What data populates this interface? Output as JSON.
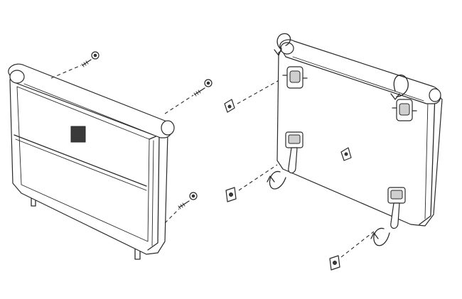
{
  "figure": {
    "kind": "exploded-assembly-illustration",
    "line_color": "#2a2a2a",
    "background": "#ffffff",
    "views": [
      {
        "name": "front-view",
        "fasteners": [
          "screw",
          "screw",
          "screw"
        ]
      },
      {
        "name": "rear-view",
        "fasteners": [
          "clip",
          "clip",
          "clip",
          "clip"
        ],
        "rotation_arrows": 4
      }
    ]
  }
}
